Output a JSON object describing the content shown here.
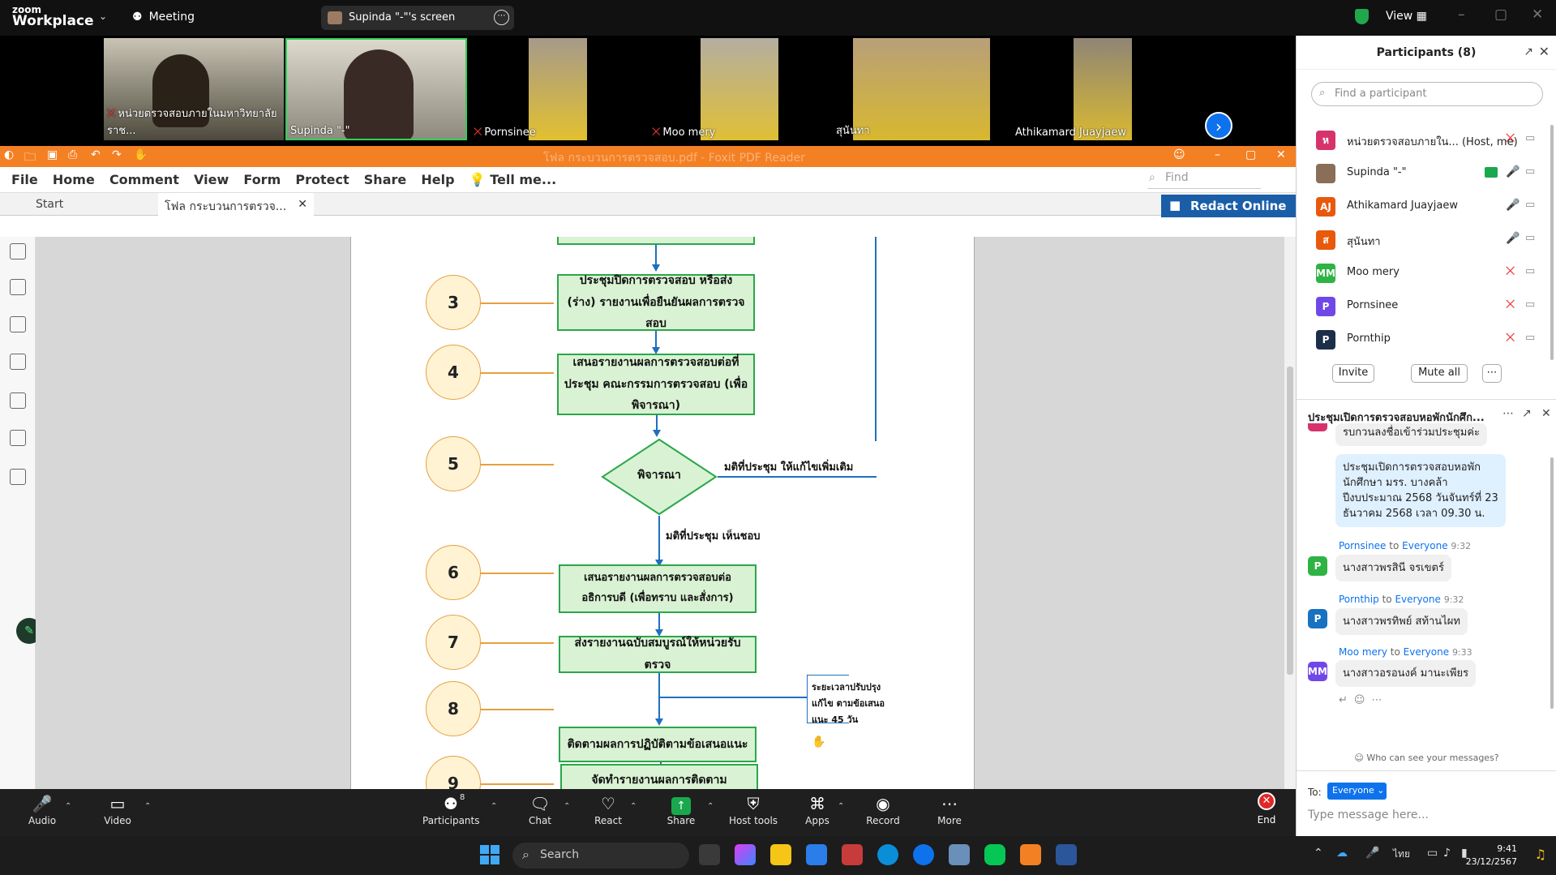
{
  "topbar": {
    "logo_top": "zoom",
    "logo_bottom": "Workplace",
    "meeting_label": "Meeting",
    "share_chip": "Supinda \"-\"'s screen",
    "view_label": "View"
  },
  "video_tiles": [
    {
      "name": "หน่วยตรวจสอบภายในมหาวิทยาลัยราช..."
    },
    {
      "name": "Supinda \"-\""
    },
    {
      "name": "Pornsinee"
    },
    {
      "name": "Moo mery"
    },
    {
      "name": "สุนันทา"
    },
    {
      "name": "Athikamard Juayjaew"
    }
  ],
  "foxit": {
    "title": "โฟล กระบวนการตรวจสอบ.pdf - Foxit PDF Reader",
    "menu": [
      "File",
      "Home",
      "Comment",
      "View",
      "Form",
      "Protect",
      "Share",
      "Help"
    ],
    "tell_me": "Tell me...",
    "find": "Find",
    "tab_start": "Start",
    "tab_doc": "โฟล กระบวนการตรวจ...",
    "redact": "Redact Online"
  },
  "flow": {
    "steps": [
      "3",
      "4",
      "5",
      "6",
      "7",
      "8",
      "9"
    ],
    "box3": "ประชุมปิดการตรวจสอบ หรือส่ง (ร่าง) รายงานเพื่อยืนยันผลการตรวจสอบ",
    "box4": "เสนอรายงานผลการตรวจสอบต่อที่ประชุม คณะกรรมการตรวจสอบ (เพื่อพิจารณา)",
    "diamond": "พิจารณา",
    "note_right": "มติที่ประชุม ให้แก้ไขเพิ่มเติม",
    "note_below": "มติที่ประชุม เห็นชอบ",
    "box6": "เสนอรายงานผลการตรวจสอบต่ออธิการบดี (เพื่อทราบ และสั่งการ)",
    "box7": "ส่งรายงานฉบับสมบูรณ์ให้หน่วยรับตรวจ",
    "side_note": "ระยะเวลาปรับปรุงแก้ไข ตามข้อเสนอแนะ 45 วัน",
    "box8": "ติดตามผลการปฏิบัติตามข้อเสนอแนะ",
    "box9": "จัดทำรายงานผลการติดตาม"
  },
  "toolbar": {
    "audio": "Audio",
    "video": "Video",
    "participants": "Participants",
    "participants_count": "8",
    "chat": "Chat",
    "react": "React",
    "share": "Share",
    "host_tools": "Host tools",
    "apps": "Apps",
    "record": "Record",
    "more": "More",
    "end": "End"
  },
  "panel": {
    "title": "Participants (8)",
    "find_placeholder": "Find a participant",
    "participants": [
      {
        "initial": "ห",
        "name": "หน่วยตรวจสอบภายใน...",
        "tag": "(Host, me)",
        "color": "#d6336c"
      },
      {
        "initial": "",
        "name": "Supinda \"-\"",
        "tag": "",
        "color": "#8a6e58"
      },
      {
        "initial": "AJ",
        "name": "Athikamard Juayjaew",
        "tag": "",
        "color": "#e8590c"
      },
      {
        "initial": "ส",
        "name": "สุนันทา",
        "tag": "",
        "color": "#e8590c"
      },
      {
        "initial": "MM",
        "name": "Moo mery",
        "tag": "",
        "color": "#2fb344"
      },
      {
        "initial": "P",
        "name": "Pornsinee",
        "tag": "",
        "color": "#7048e8"
      },
      {
        "initial": "P",
        "name": "Pornthip",
        "tag": "",
        "color": "#1c2e4a"
      }
    ],
    "invite": "Invite",
    "mute_all": "Mute all",
    "chat_title": "ประชุมเปิดการตรวจสอบหอพักนักศึก...",
    "messages": [
      {
        "text": "รบกวนลงชื่อเข้าร่วมประชุมค่ะ"
      },
      {
        "text": "ประชุมเปิดการตรวจสอบหอพักนักศึกษา มรร. บางคล้า ปีงบประมาณ 2568 วันจันทร์ที่ 23 ธันวาคม 2568 เวลา 09.30 น."
      },
      {
        "from": "Pornsinee",
        "to": "to",
        "target": "Everyone",
        "time": "9:32",
        "initial": "P",
        "text": "นางสาวพรสินี จรเขตร์"
      },
      {
        "from": "Pornthip",
        "to": "to",
        "target": "Everyone",
        "time": "9:32",
        "initial": "P",
        "text": "นางสาวพรทิพย์ สท้านไผท"
      },
      {
        "from": "Moo mery",
        "to": "to",
        "target": "Everyone",
        "time": "9:33",
        "initial": "MM",
        "text": "นางสาวอรอนงค์ มานะเพียร"
      }
    ],
    "who_can_see": "Who can see your messages?",
    "to_label": "To:",
    "everyone": "Everyone",
    "type_here": "Type message here..."
  },
  "taskbar": {
    "search": "Search",
    "lang": "ไทย",
    "time": "9:41",
    "date": "23/12/2567"
  }
}
